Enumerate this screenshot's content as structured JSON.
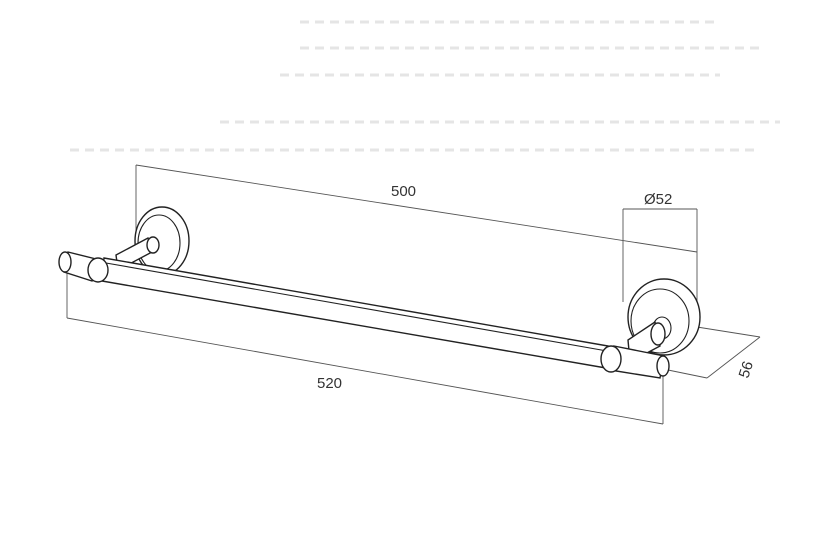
{
  "dimensions": {
    "rod_length": "500",
    "flange_diameter": "Ø52",
    "total_length": "520",
    "depth": "56"
  },
  "colors": {
    "outline": "#222222",
    "dimension": "#555555",
    "text": "#333333"
  }
}
